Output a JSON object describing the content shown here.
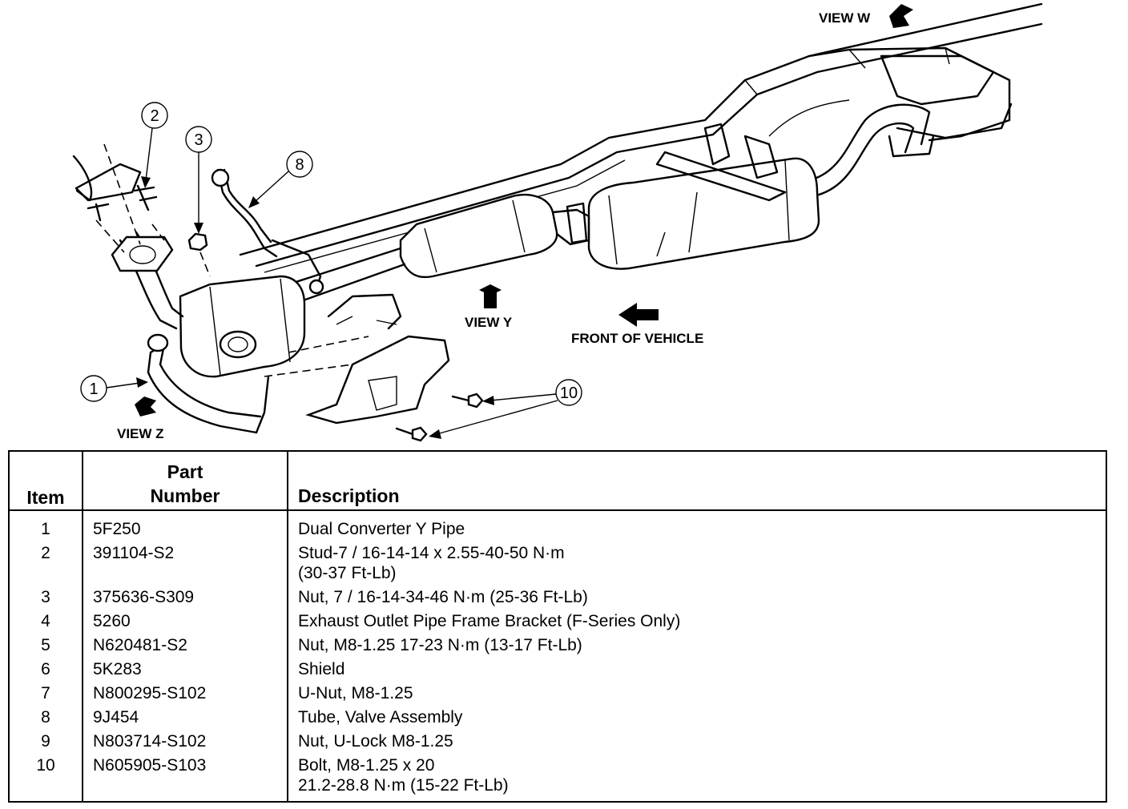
{
  "diagram": {
    "labels": {
      "view_w": "VIEW W",
      "view_y": "VIEW Y",
      "view_z": "VIEW Z",
      "front_of_vehicle": "FRONT OF VEHICLE"
    },
    "callouts": [
      "1",
      "2",
      "3",
      "8",
      "10"
    ]
  },
  "table": {
    "headers": {
      "item": "Item",
      "part_line1": "Part",
      "part_line2": "Number",
      "description": "Description"
    },
    "rows": [
      {
        "item": "1",
        "part": "5F250",
        "desc": [
          "Dual Converter Y Pipe"
        ]
      },
      {
        "item": "2",
        "part": "391104-S2",
        "desc": [
          "Stud-7 / 16-14-14 x 2.55-40-50 N·m",
          "(30-37 Ft-Lb)"
        ]
      },
      {
        "item": "3",
        "part": "375636-S309",
        "desc": [
          "Nut, 7 / 16-14-34-46 N·m (25-36 Ft-Lb)"
        ]
      },
      {
        "item": "4",
        "part": "5260",
        "desc": [
          "Exhaust Outlet Pipe Frame Bracket (F-Series Only)"
        ]
      },
      {
        "item": "5",
        "part": "N620481-S2",
        "desc": [
          "Nut, M8-1.25 17-23 N·m (13-17 Ft-Lb)"
        ]
      },
      {
        "item": "6",
        "part": "5K283",
        "desc": [
          "Shield"
        ]
      },
      {
        "item": "7",
        "part": "N800295-S102",
        "desc": [
          "U-Nut, M8-1.25"
        ]
      },
      {
        "item": "8",
        "part": "9J454",
        "desc": [
          "Tube, Valve Assembly"
        ]
      },
      {
        "item": "9",
        "part": "N803714-S102",
        "desc": [
          "Nut, U-Lock M8-1.25"
        ]
      },
      {
        "item": "10",
        "part": "N605905-S103",
        "desc": [
          "Bolt, M8-1.25 x 20",
          "21.2-28.8 N·m (15-22 Ft-Lb)"
        ]
      }
    ]
  }
}
